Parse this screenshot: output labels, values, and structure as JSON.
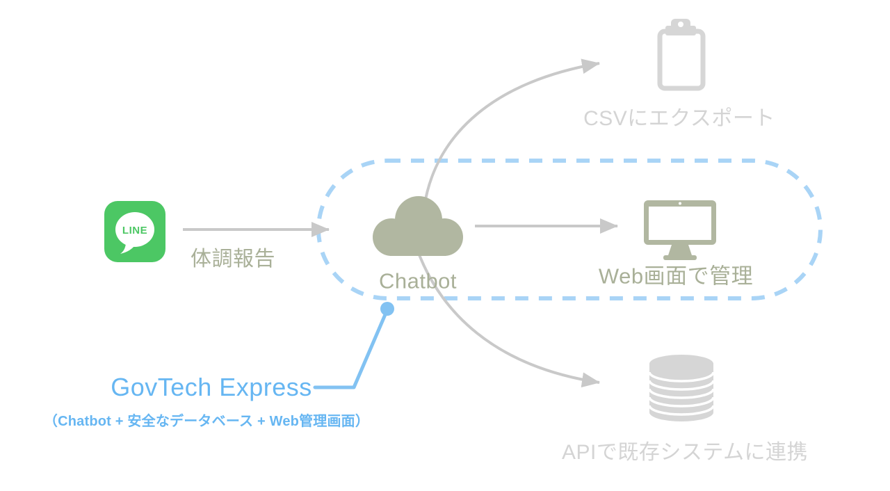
{
  "diagram": {
    "flow_in": {
      "app": "LINE",
      "arrow_label": "体調報告"
    },
    "hub": {
      "label": "Chatbot"
    },
    "outputs": [
      {
        "id": "csv",
        "icon": "clipboard-icon",
        "label": "CSVにエクスポート",
        "state": "inactive"
      },
      {
        "id": "web",
        "icon": "monitor-icon",
        "label": "Web画面で管理",
        "state": "active"
      },
      {
        "id": "api",
        "icon": "database-icon",
        "label": "APIで既存システムに連携",
        "state": "inactive"
      }
    ],
    "callout": {
      "title": "GovTech Express",
      "subtitle": "（Chatbot + 安全なデータベース + Web管理画面）"
    },
    "colors": {
      "line_green": "#4cc764",
      "sage": "#b1b7a1",
      "sage_text": "#a9b098",
      "gray_icon": "#d6d6d6",
      "gray_text": "#d4d4d4",
      "arrow_gray": "#c9c9c9",
      "dash_blue": "#a9d4f6",
      "accent_blue": "#66b6f2",
      "callout_blue": "#82c2f2"
    }
  }
}
